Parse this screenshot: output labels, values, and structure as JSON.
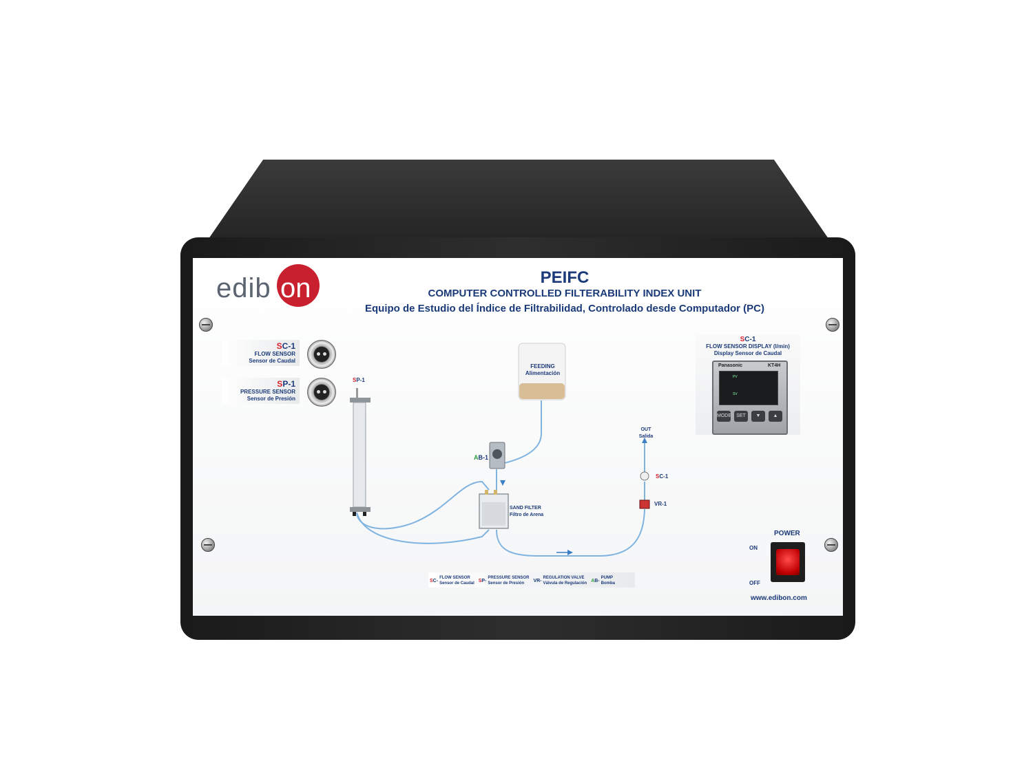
{
  "brand": {
    "logo_prefix": "edib",
    "logo_suffix": "on"
  },
  "panel": {
    "model": "PEIFC",
    "title_en": "COMPUTER CONTROLLED FILTERABILITY INDEX UNIT",
    "title_es": "Equipo de Estudio del Índice de Filtrabilidad, Controlado desde Computador (PC)",
    "website": "www.edibon.com"
  },
  "sensors": [
    {
      "code_first": "S",
      "code_rest": "C-1",
      "name_en": "FLOW SENSOR",
      "name_es": "Sensor de Caudal"
    },
    {
      "code_first": "S",
      "code_rest": "P-1",
      "name_en": "PRESSURE SENSOR",
      "name_es": "Sensor de Presión"
    }
  ],
  "display": {
    "code_first": "S",
    "code_rest": "C-1",
    "title_en": "FLOW SENSOR DISPLAY (l/min)",
    "title_es": "Display Sensor de Caudal",
    "maker": "Panasonic",
    "model": "KT4H",
    "pv": "PV",
    "sv": "SV",
    "btn_mode": "MODE",
    "btn_set": "SET",
    "btn_down": "▼",
    "btn_up": "▲"
  },
  "diagram": {
    "sp1_first": "S",
    "sp1_rest": "P-1",
    "feeding_en": "FEEDING",
    "feeding_es": "Alimentación",
    "ab1_first": "A",
    "ab1_rest": "B-1",
    "sand_filter_en": "SAND FILTER",
    "sand_filter_es": "Filtro de Arena",
    "out_en": "OUT",
    "out_es": "Salida",
    "sc1_first": "S",
    "sc1_rest": "C-1",
    "vr1": "VR-1"
  },
  "power": {
    "label": "POWER",
    "on": "ON",
    "off": "OFF"
  },
  "legend": [
    {
      "prefix_first": "S",
      "prefix_rest": "C-",
      "en": "FLOW SENSOR",
      "es": "Sensor de Caudal"
    },
    {
      "prefix_first": "S",
      "prefix_rest": "P-",
      "en": "PRESSURE SENSOR",
      "es": "Sensor de Presión"
    },
    {
      "prefix_first": "V",
      "prefix_rest": "R-",
      "en": "REGULATION VALVE",
      "es": "Válvula de Regulación"
    },
    {
      "prefix_first": "A",
      "prefix_rest": "B-",
      "en": "PUMP",
      "es": "Bomba"
    }
  ],
  "colors": {
    "brand_red": "#c8202e",
    "text_blue": "#1b3a79",
    "code_red": "#d6202a",
    "pipe": "#7fb3e0"
  }
}
